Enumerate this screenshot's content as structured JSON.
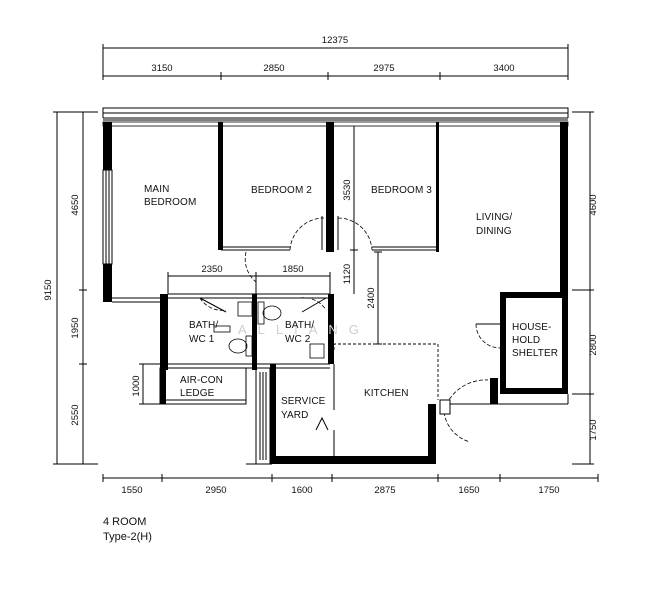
{
  "plan": {
    "total_width": "12375",
    "total_depth": "9150",
    "top_dims": [
      "3150",
      "2850",
      "2975",
      "3400"
    ],
    "bottom_dims": [
      "1550",
      "2950",
      "1600",
      "2875",
      "1650",
      "1750"
    ],
    "left_dims": [
      "4650",
      "1950",
      "2550"
    ],
    "right_dims": [
      "4600",
      "2800",
      "1750"
    ],
    "inner_dims": [
      "2350",
      "1850",
      "3530",
      "1120",
      "2400",
      "1000"
    ],
    "rooms": {
      "main_bedroom": [
        "MAIN",
        "BEDROOM"
      ],
      "bedroom2": "BEDROOM 2",
      "bedroom3": "BEDROOM 3",
      "living": [
        "LIVING/",
        "DINING"
      ],
      "bath1": [
        "BATH/",
        "WC 1"
      ],
      "bath2": [
        "BATH/",
        "WC 2"
      ],
      "aircon": [
        "AIR-CON",
        "LEDGE"
      ],
      "service": [
        "SERVICE",
        "YARD"
      ],
      "kitchen": "KITCHEN",
      "shelter": [
        "HOUSE-",
        "HOLD",
        "SHELTER"
      ]
    },
    "watermark": "ALLIANG"
  },
  "caption": {
    "line1": "4 ROOM",
    "line2": "Type-2(H)"
  }
}
